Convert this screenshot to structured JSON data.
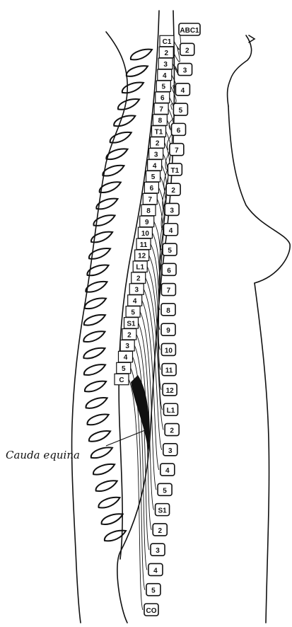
{
  "caption": "Cauda equina",
  "cord_labels": [
    "C1",
    "2",
    "3",
    "4",
    "5",
    "6",
    "7",
    "8",
    "T1",
    "2",
    "3",
    "4",
    "5",
    "6",
    "7",
    "8",
    "9",
    "10",
    "11",
    "12",
    "L1",
    "2",
    "3",
    "4",
    "5",
    "S1",
    "2",
    "3",
    "4",
    "5",
    "C"
  ],
  "vertebra_labels": [
    {
      "label": "ABC1",
      "text": "ABC1"
    },
    {
      "label": "2",
      "text": "2"
    },
    {
      "label": "3",
      "text": "3"
    },
    {
      "label": "4",
      "text": "4"
    },
    {
      "label": "5",
      "text": "5"
    },
    {
      "label": "6",
      "text": "6"
    },
    {
      "label": "7",
      "text": "7"
    },
    {
      "label": "T1",
      "text": "T1"
    },
    {
      "label": "2",
      "text": "2"
    },
    {
      "label": "3",
      "text": "3"
    },
    {
      "label": "4",
      "text": "4"
    },
    {
      "label": "5",
      "text": "5"
    },
    {
      "label": "6",
      "text": "6"
    },
    {
      "label": "7",
      "text": "7"
    },
    {
      "label": "8",
      "text": "8"
    },
    {
      "label": "9",
      "text": "9"
    },
    {
      "label": "10",
      "text": "10"
    },
    {
      "label": "11",
      "text": "11"
    },
    {
      "label": "12",
      "text": "12"
    },
    {
      "label": "L1",
      "text": "L1"
    },
    {
      "label": "2",
      "text": "2"
    },
    {
      "label": "3",
      "text": "3"
    },
    {
      "label": "4",
      "text": "4"
    },
    {
      "label": "5",
      "text": "5"
    },
    {
      "label": "S1",
      "text": "S1"
    },
    {
      "label": "2",
      "text": "2"
    },
    {
      "label": "3",
      "text": "3"
    },
    {
      "label": "4",
      "text": "4"
    },
    {
      "label": "5",
      "text": "5"
    },
    {
      "label": "CO",
      "text": "CO"
    }
  ],
  "colors": {
    "ink": "#111111",
    "paper": "#ffffff"
  }
}
